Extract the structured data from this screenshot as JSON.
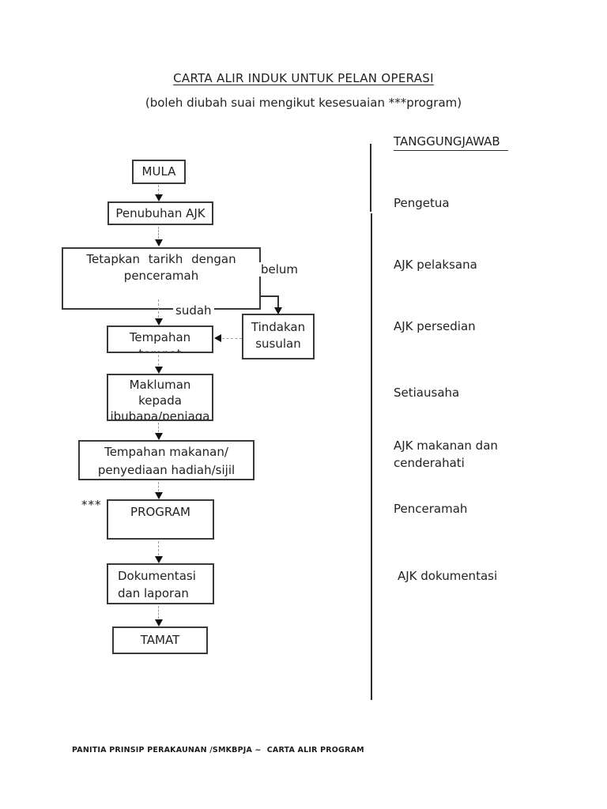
{
  "document": {
    "title": "CARTA ALIR INDUK UNTUK PELAN OPERASI",
    "subtitle": "(boleh diubah suai mengikut kesesuaian ***program)",
    "footer": "PANITIA PRINSIP PERAKAUNAN /SMKBPJA ~  CARTA ALIR PROGRAM"
  },
  "flowchart": {
    "nodes": {
      "mula": {
        "label": "MULA"
      },
      "penubuhan": {
        "label": "Penubuhan AJK"
      },
      "tetapkan": {
        "line1": "Tetapkan tarikh dengan",
        "line2": "penceramah"
      },
      "tempahan_tempat": {
        "line1": "Tempahan",
        "line2": "tempat"
      },
      "tindakan_susulan": {
        "line1": "Tindakan",
        "line2": "susulan"
      },
      "makluman": {
        "line1": "Makluman",
        "line2": "kepada",
        "line3": "ibubapa/peniaga"
      },
      "tempahan_makanan": {
        "line1": "Tempahan makanan/",
        "line2": "penyediaan hadiah/sijil"
      },
      "program": {
        "label": "PROGRAM",
        "marker": "***"
      },
      "dokumentasi": {
        "line1": "Dokumentasi",
        "line2": "dan laporan"
      },
      "tamat": {
        "label": "TAMAT"
      }
    },
    "branch_labels": {
      "belum": "belum",
      "sudah": "sudah"
    }
  },
  "responsibilities": {
    "header": "TANGGUNGJAWAB",
    "items": [
      "Pengetua",
      "AJK pelaksana",
      "AJK persedian",
      "Setiausaha",
      "AJK makanan dan cenderahati",
      "Penceramah",
      "AJK dokumentasi"
    ]
  },
  "colors": {
    "ink": "#222222",
    "dashed_line": "#9a9a9a"
  }
}
